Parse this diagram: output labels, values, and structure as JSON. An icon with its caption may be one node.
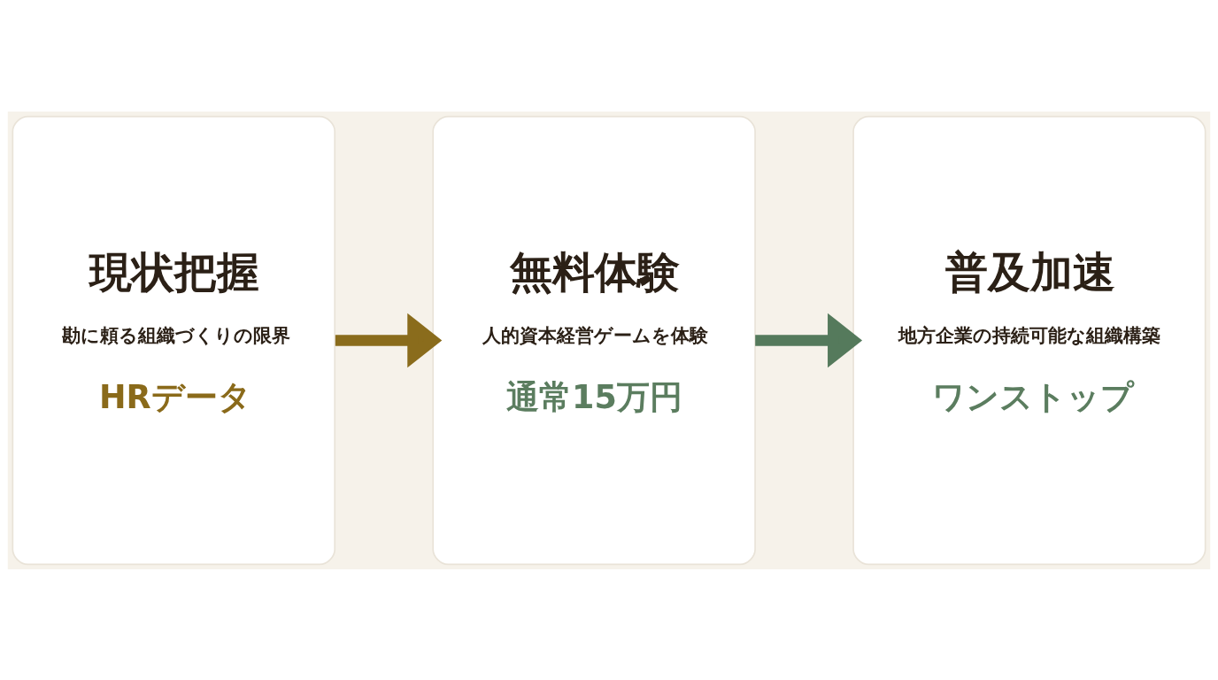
{
  "diagram": {
    "nodes": [
      {
        "text": [
          "現状把握",
          "勘に頼る組織づくりの限界",
          "HRデータ"
        ]
      },
      {
        "text": [
          "無料体験",
          "人的資本経営ゲームを体験",
          "通常15万円"
        ]
      },
      {
        "text": [
          "普及加速",
          "地方企業の持続可能な組織構築",
          "ワンストップ"
        ]
      }
    ],
    "edges": [
      {
        "from": 0,
        "to": 1,
        "arrow": "to",
        "color": "#8a6c1c"
      },
      {
        "from": 1,
        "to": 2,
        "arrow": "to",
        "color": "#557a5c"
      }
    ]
  }
}
